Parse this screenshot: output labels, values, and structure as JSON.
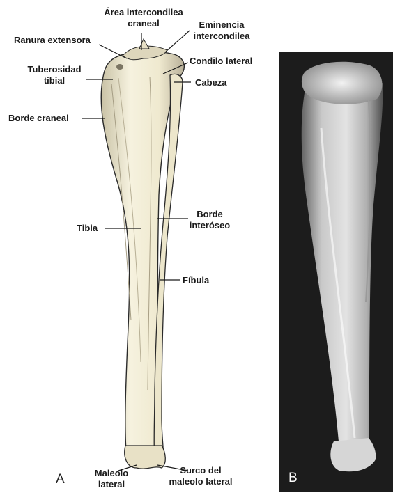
{
  "figure": {
    "panel_a_letter": "A",
    "panel_b_letter": "B"
  },
  "labels": {
    "area_intercondilea_l1": "Área intercondilea",
    "area_intercondilea_l2": "craneal",
    "eminencia_l1": "Eminencia",
    "eminencia_l2": "intercondilea",
    "ranura_extensora": "Ranura extensora",
    "condilo_lateral": "Condilo lateral",
    "tuberosidad_l1": "Tuberosidad",
    "tuberosidad_l2": "tibial",
    "cabeza": "Cabeza",
    "borde_craneal": "Borde craneal",
    "borde_interoseo_l1": "Borde",
    "borde_interoseo_l2": "interóseo",
    "tibia": "Tibia",
    "fibula": "Fíbula",
    "maleolo_lateral_l1": "Maleolo",
    "maleolo_lateral_l2": "lateral",
    "surco_l1": "Surco del",
    "surco_l2": "maleolo lateral"
  },
  "colors": {
    "bone_fill": "#f3efd9",
    "bone_shadow": "#b9b29a",
    "outline": "#2a2a2a",
    "xray_background": "#1c1c1c",
    "xray_bone": "#e8e8e8"
  }
}
